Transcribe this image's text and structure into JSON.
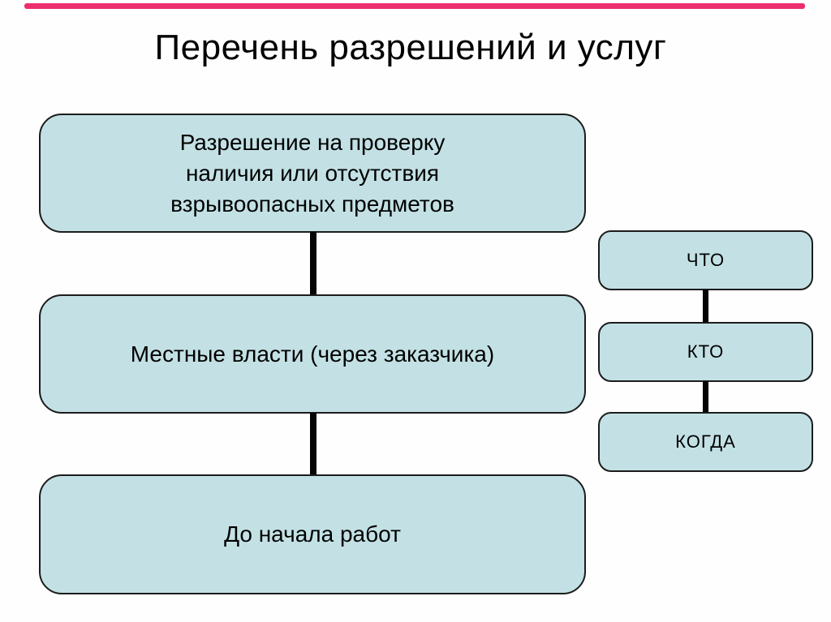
{
  "title": "Перечень разрешений и услуг",
  "colors": {
    "accent_bar": "#ec2e6e",
    "box_fill": "#c3e1e5",
    "box_border": "#1c1c1c",
    "connector": "#050505",
    "text": "#000000",
    "background": "#fefefe"
  },
  "diagram": {
    "main_boxes": [
      {
        "lines": [
          "Разрешение на проверку",
          "наличия или отсутствия",
          "взрывоопасных предметов"
        ]
      },
      {
        "text": "Местные власти (через заказчика)"
      },
      {
        "text": "До начала работ"
      }
    ],
    "side_boxes": [
      {
        "label": "ЧТО"
      },
      {
        "label": "КТО"
      },
      {
        "label": "КОГДА"
      }
    ]
  }
}
